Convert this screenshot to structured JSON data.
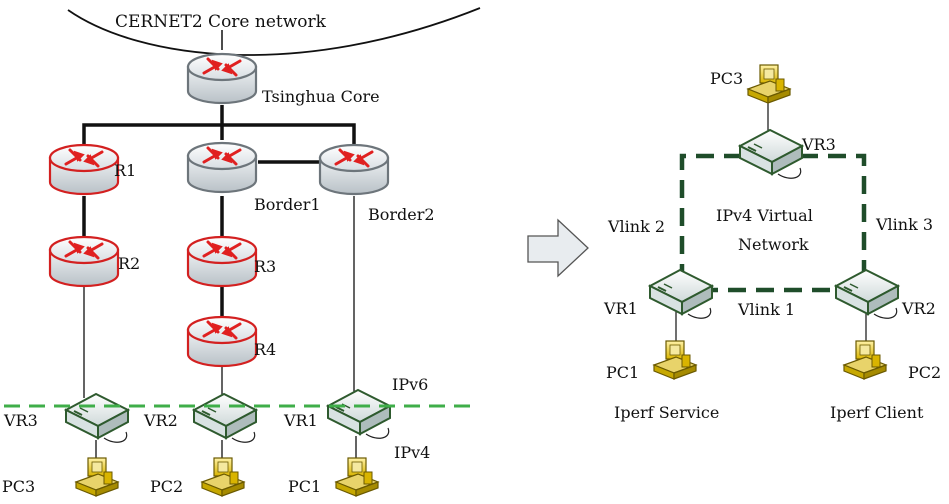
{
  "left": {
    "core_label": "CERNET2 Core network",
    "tsinghua_label": "Tsinghua Core",
    "routers": {
      "r1": "R1",
      "r2": "R2",
      "r3": "R3",
      "r4": "R4",
      "border1": "Border1",
      "border2": "Border2"
    },
    "vr": {
      "vr1": "VR1",
      "vr2": "VR2",
      "vr3": "VR3"
    },
    "pc": {
      "pc1": "PC1",
      "pc2": "PC2",
      "pc3": "PC3"
    },
    "ipv6_label": "IPv6",
    "ipv4_label": "IPv4"
  },
  "right": {
    "pc3": "PC3",
    "vr3": "VR3",
    "vr1": "VR1",
    "vr2": "VR2",
    "pc1": "PC1",
    "pc2": "PC2",
    "vlink1": "Vlink 1",
    "vlink2": "Vlink 2",
    "vlink3": "Vlink 3",
    "network_line1": "IPv4 Virtual",
    "network_line2": "Network",
    "iperf_service": "Iperf Service",
    "iperf_client": "Iperf Client"
  },
  "colors": {
    "router_red": "#d32020",
    "router_gray": "#8a9298",
    "arrow_red": "#e02020",
    "vr_green": "#2e5a2e",
    "ipv6_dash": "#3fae49",
    "vlink_dash": "#1f4d2a",
    "pc_yellow": "#d9b400"
  }
}
